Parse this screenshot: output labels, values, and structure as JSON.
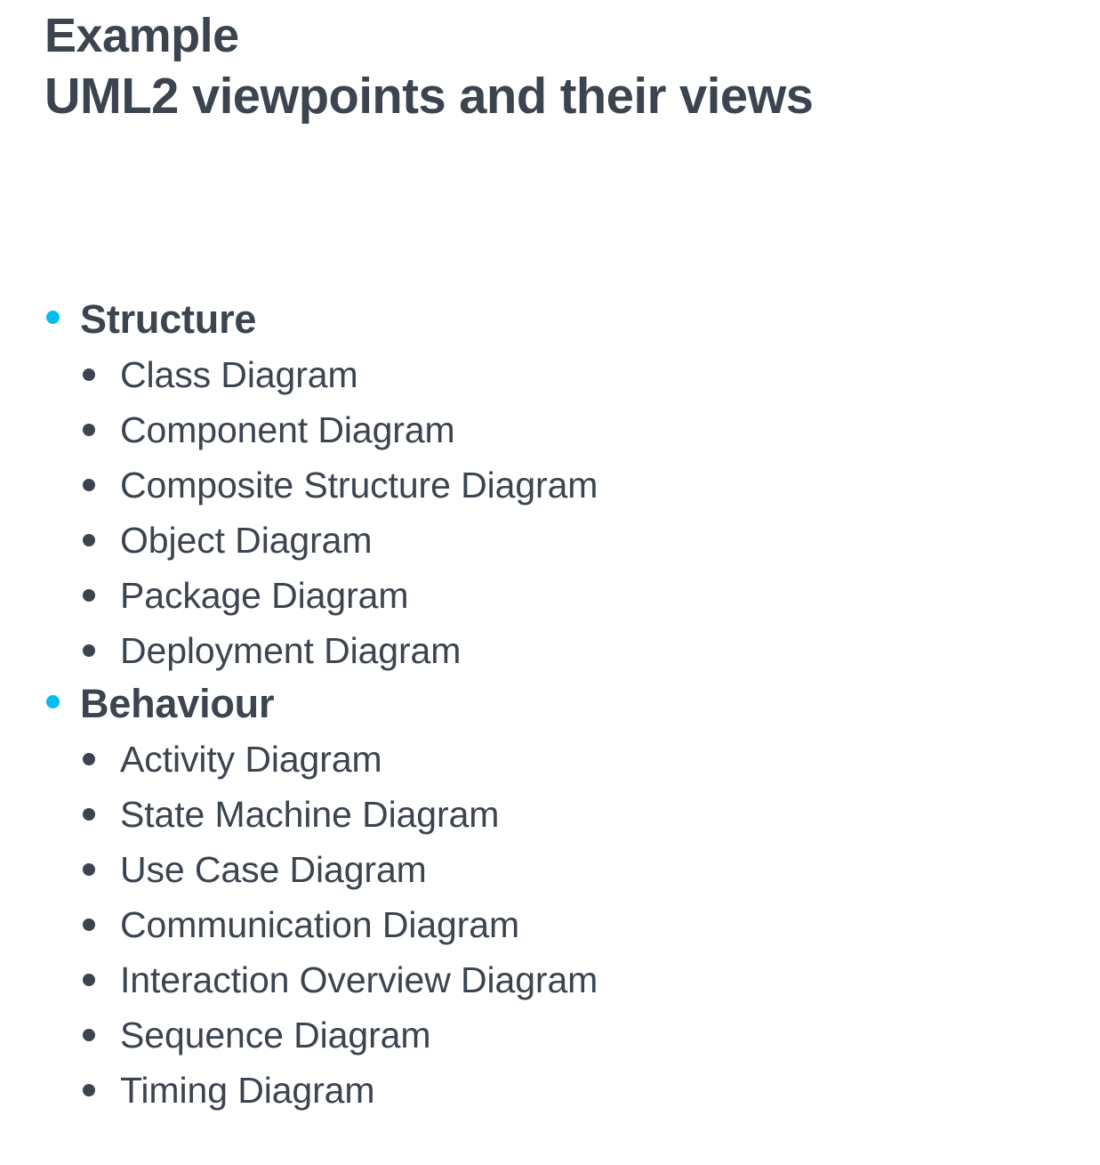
{
  "slide": {
    "background_color": "#ffffff",
    "text_color": "#3c4450",
    "accent_color": "#00bef0",
    "title": {
      "line1": "Example",
      "line2": "UML2 viewpoints and their views"
    },
    "groups": [
      {
        "heading": "Structure",
        "items": [
          "Class Diagram",
          "Component Diagram",
          "Composite Structure Diagram",
          "Object Diagram",
          "Package Diagram",
          "Deployment Diagram"
        ]
      },
      {
        "heading": "Behaviour",
        "items": [
          "Activity Diagram",
          "State Machine Diagram",
          "Use Case Diagram",
          "Communication Diagram",
          "Interaction Overview Diagram",
          "Sequence Diagram",
          "Timing Diagram"
        ]
      }
    ]
  }
}
